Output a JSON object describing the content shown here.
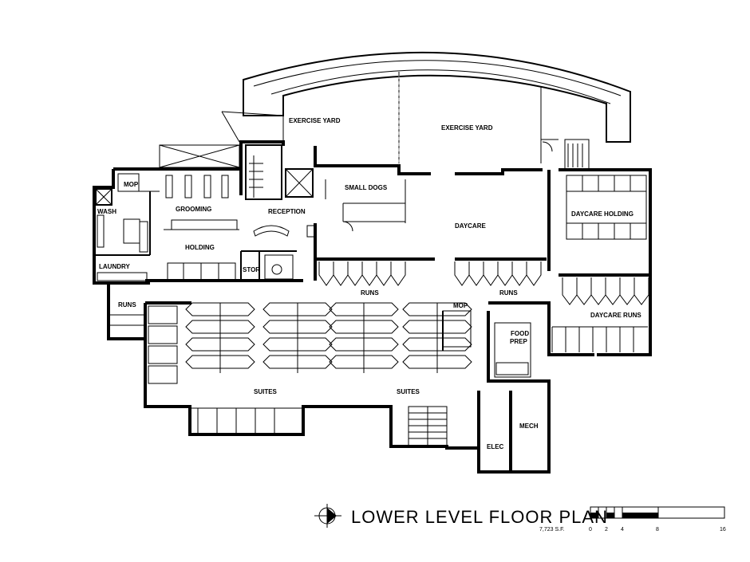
{
  "plan": {
    "title": "LOWER LEVEL FLOOR PLAN",
    "area": "7,723 S.F.",
    "scale_ticks": [
      "0",
      "2",
      "4",
      "8",
      "16"
    ]
  },
  "rooms": {
    "exercise_yard_1": "EXERCISE YARD",
    "exercise_yard_2": "EXERCISE YARD",
    "small_dogs": "SMALL DOGS",
    "mop_upper": "MOP",
    "wash": "WASH",
    "grooming": "GROOMING",
    "reception": "RECEPTION",
    "daycare": "DAYCARE",
    "daycare_holding": "DAYCARE HOLDING",
    "holding": "HOLDING",
    "laundry": "LAUNDRY",
    "stor": "STOR",
    "runs_left": "RUNS",
    "runs_center_1": "RUNS",
    "runs_center_2": "RUNS",
    "mop_lower": "MOP",
    "daycare_runs": "DAYCARE RUNS",
    "food_prep_1": "FOOD",
    "food_prep_2": "PREP",
    "suites_1": "SUITES",
    "suites_2": "SUITES",
    "mech": "MECH",
    "elec": "ELEC"
  },
  "icons": {
    "north_arrow": "north-arrow-icon",
    "scale_bar": "scale-bar-icon"
  }
}
